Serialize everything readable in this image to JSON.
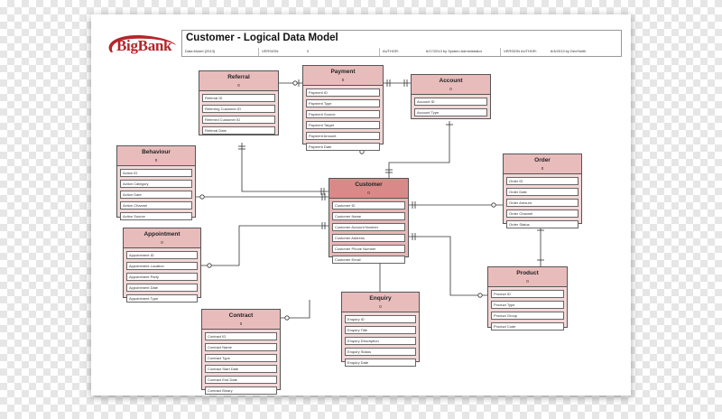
{
  "header": {
    "logo_text": "BigBank",
    "title": "Customer - Logical Data Model",
    "meta": {
      "model_name": "Data Model (2013)",
      "version_label": "VERSION:",
      "version_value": "0",
      "author_label": "AUTHOR:",
      "author_value": "6/17/2013 by System Administrator",
      "version_author_label": "VERSION AUTHOR:",
      "version_author_value": "6/4/2013 by DevSmith"
    }
  },
  "colors": {
    "entity_fill": "#f3d7d7",
    "entity_header": "#e9bcbc",
    "focus_header": "#d98a88",
    "logo_red": "#b5252b"
  },
  "entities": {
    "referral": {
      "name": "Referral",
      "count": "0",
      "attributes": [
        "Referral ID",
        "Referring Customer ID",
        "Referred Customer ID",
        "Referral Date"
      ]
    },
    "payment": {
      "name": "Payment",
      "count": "0",
      "attributes": [
        "Payment ID",
        "Payment Type",
        "Payment Source",
        "Payment Target",
        "Payment Amount",
        "Payment Date"
      ]
    },
    "account": {
      "name": "Account",
      "count": "0",
      "attributes": [
        "Account ID",
        "Account Type"
      ]
    },
    "behaviour": {
      "name": "Behaviour",
      "count": "0",
      "attributes": [
        "Action ID",
        "Action Category",
        "Action Date",
        "Action Channel",
        "Action Source"
      ]
    },
    "customer": {
      "name": "Customer",
      "count": "0",
      "attributes": [
        "Customer ID",
        "Customer Name",
        "Customer Account Number",
        "Customer Address",
        "Customer Phone Number",
        "Customer Email"
      ]
    },
    "order": {
      "name": "Order",
      "count": "0",
      "attributes": [
        "Order ID",
        "Order Date",
        "Order Amount",
        "Order Channel",
        "Order Status"
      ]
    },
    "appointment": {
      "name": "Appointment",
      "count": "0",
      "attributes": [
        "Appointment ID",
        "Appointment Location",
        "Appointment Party",
        "Appointment Date",
        "Appointment Type"
      ]
    },
    "product": {
      "name": "Product",
      "count": "0",
      "attributes": [
        "Product ID",
        "Product Type",
        "Product Group",
        "Product Code"
      ]
    },
    "contract": {
      "name": "Contract",
      "count": "0",
      "attributes": [
        "Contract ID",
        "Contract Name",
        "Contract Type",
        "Contract Start Date",
        "Contract End Date",
        "Contract Binary"
      ]
    },
    "enquiry": {
      "name": "Enquiry",
      "count": "0",
      "attributes": [
        "Enquiry ID",
        "Enquiry Title",
        "Enquiry Description",
        "Enquiry Status",
        "Enquiry Date"
      ]
    }
  }
}
